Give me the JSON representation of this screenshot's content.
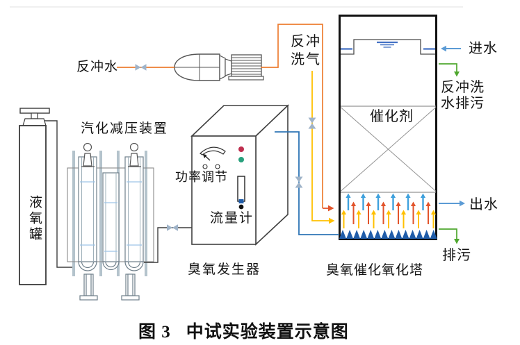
{
  "title": {
    "caption_prefix": "图 3",
    "caption_text": "中试实验装置示意图"
  },
  "labels": {
    "backwash_water": "反冲水",
    "vaporizer": "汽化减压装置",
    "liquid_oxygen_tank": "液氧罐",
    "power_adjust": "功率调节",
    "flow_meter": "流量计",
    "ozone_generator": "臭氧发生器",
    "backwash_gas_line1": "反冲",
    "backwash_gas_line2": "洗气",
    "inlet_water": "进水",
    "backwash_drain_line1": "反冲洗",
    "backwash_drain_line2": "水排污",
    "catalyst": "催化剂",
    "outlet_water": "出水",
    "drain": "排污",
    "oxidation_tower": "臭氧催化氧化塔"
  },
  "colors": {
    "backwash_pipe_orange": "#ED7D31",
    "gas_arrow_red": "#E2542B",
    "ozone_gas_yellow": "#FFC000",
    "ozone_pipe_blue": "#2E75B6",
    "water_arrow_blue": "#5B9BD5",
    "bubble_arrow_blue": "#3FA1DD",
    "drain_green": "#4EA72E",
    "diffuser_blue": "#1F5CA9",
    "water_symbol_blue": "#4472C4",
    "valve_gray": "#9FB3C8",
    "indicator_red": "#BE2E4E",
    "indicator_green": "#28A07C",
    "level_line_blue": "#9DC3E6"
  }
}
